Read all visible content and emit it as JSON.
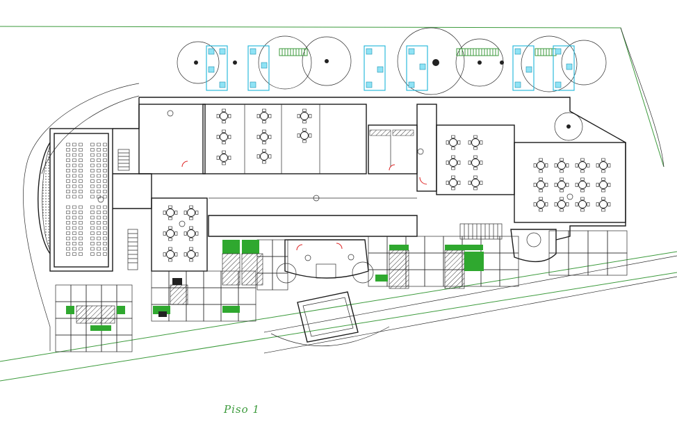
{
  "plan": {
    "title": "Piso 1",
    "colors": {
      "walls": "#1a1a1a",
      "site_lines": "#3b9a3b",
      "landscape_blocks": "#2fa82f",
      "planters": "#1ab4d8",
      "door_swings": "#d22222"
    },
    "symbols": [
      "dining-table",
      "chair",
      "tree",
      "planter",
      "stairs",
      "toilet",
      "door-swing"
    ]
  }
}
